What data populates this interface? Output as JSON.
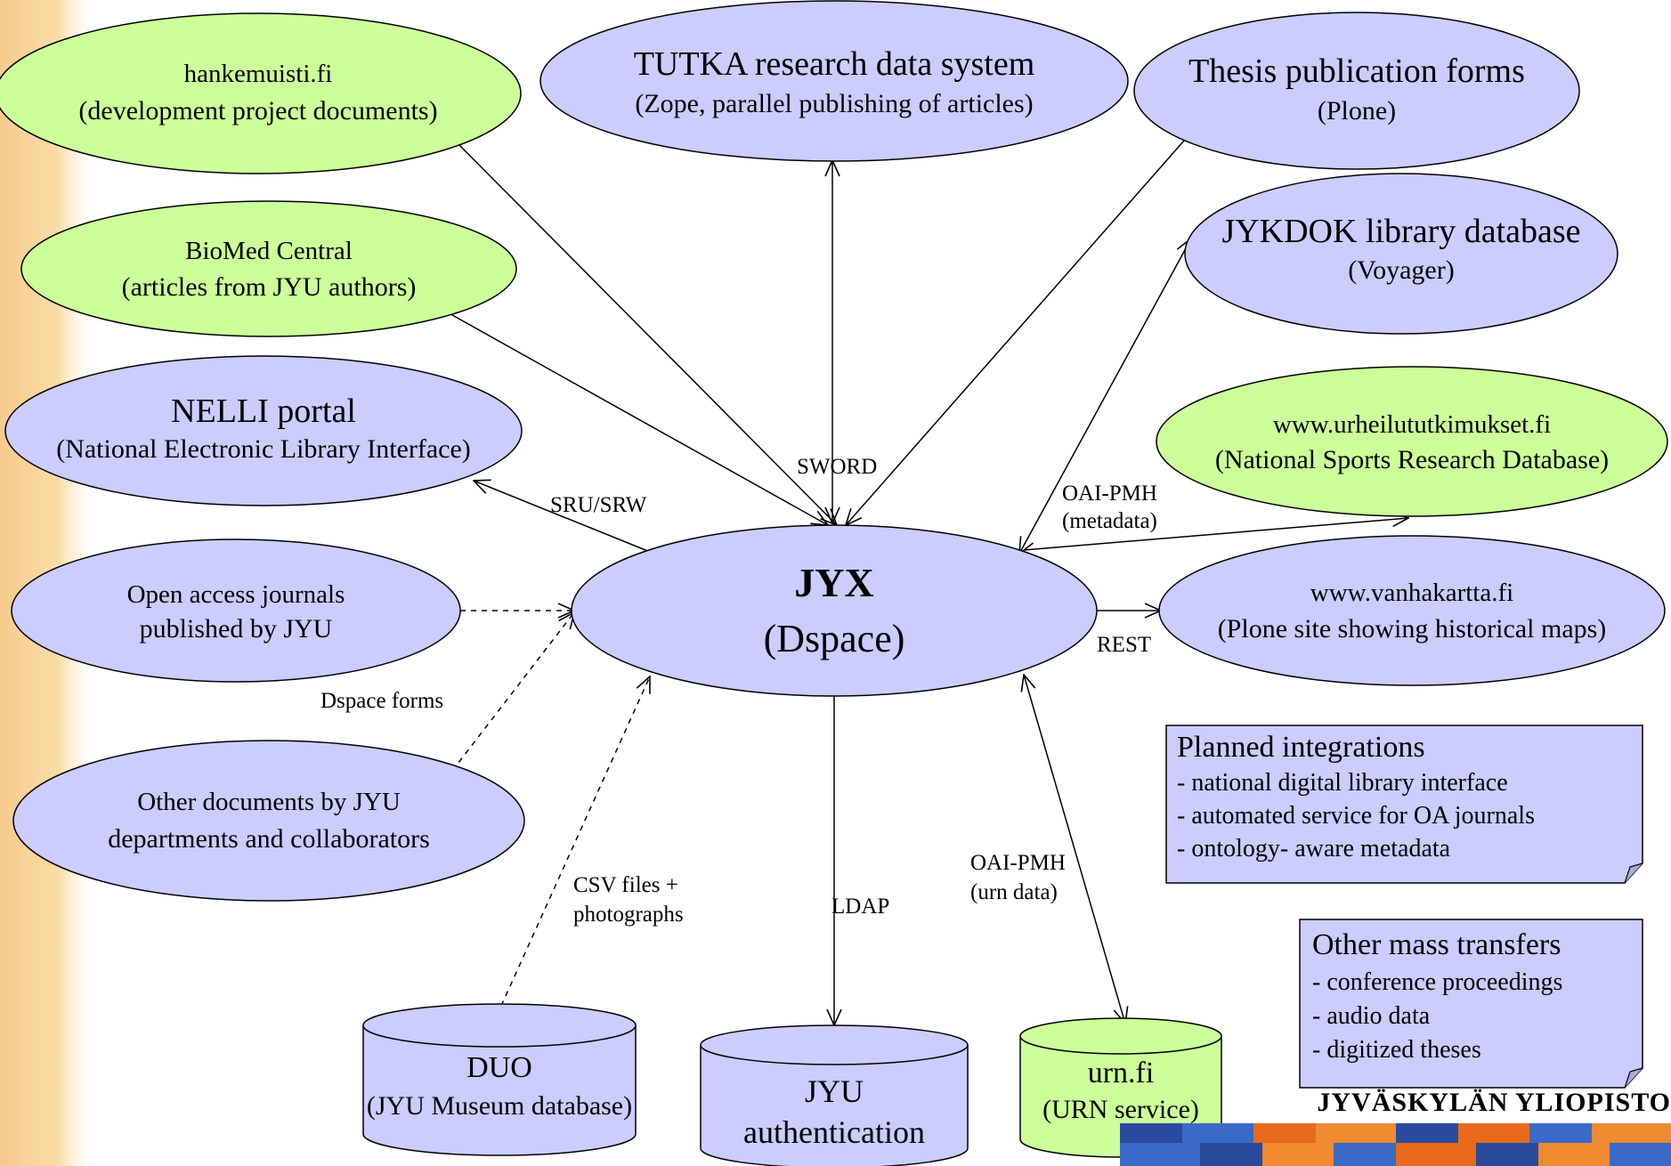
{
  "nodes": {
    "hankemuisti": {
      "title": "hankemuisti.fi",
      "subtitle": "(development project documents)"
    },
    "tutka": {
      "title": "TUTKA research data system",
      "subtitle": "(Zope, parallel publishing of articles)"
    },
    "thesis": {
      "title": "Thesis publication forms",
      "subtitle": "(Plone)"
    },
    "biomed": {
      "title": "BioMed Central",
      "subtitle": "(articles from JYU authors)"
    },
    "jykdok": {
      "title": "JYKDOK library database",
      "subtitle": "(Voyager)"
    },
    "nelli": {
      "title": "NELLI portal",
      "subtitle": "(National Electronic Library Interface)"
    },
    "urheilu": {
      "title": "www.urheilututkimukset.fi",
      "subtitle": "(National Sports Research Database)"
    },
    "openaccess": {
      "title": "Open access journals",
      "subtitle": "published by JYU"
    },
    "jyx": {
      "title": "JYX",
      "subtitle": "(Dspace)"
    },
    "vanhakartta": {
      "title": "www.vanhakartta.fi",
      "subtitle": "(Plone site showing historical maps)"
    },
    "otherdocs": {
      "title": "Other documents by JYU",
      "subtitle": "departments and collaborators"
    },
    "duo": {
      "title": "DUO",
      "subtitle": "(JYU Museum database)"
    },
    "jyuauth": {
      "title": "JYU",
      "subtitle": "authentication"
    },
    "urn": {
      "title": "urn.fi",
      "subtitle": "(URN service)"
    }
  },
  "edges": {
    "sword": "SWORD",
    "sru": "SRU/SRW",
    "oai_meta_1": "OAI-PMH",
    "oai_meta_2": "(metadata)",
    "rest": "REST",
    "dspace_forms": "Dspace forms",
    "csv_1": "CSV files +",
    "csv_2": "photographs",
    "ldap": "LDAP",
    "oai_urn_1": "OAI-PMH",
    "oai_urn_2": "(urn data)"
  },
  "notes": {
    "planned": {
      "title": "Planned integrations",
      "items": [
        "- national digital library interface",
        "- automated service for OA  journals",
        "- ontology- aware metadata"
      ]
    },
    "mass": {
      "title": "Other mass transfers",
      "items": [
        "- conference proceedings",
        "- audio data",
        "- digitized theses"
      ]
    }
  },
  "logo": {
    "text": "JYVÄSKYLÄN YLIOPISTO"
  },
  "colors": {
    "lavender": "#ccccff",
    "lime": "#ccff99",
    "outline": "#000000",
    "decor_orange": "#f0a030",
    "stripe_blue": "#2a4aa0",
    "stripe_orange": "#e86a1a"
  }
}
